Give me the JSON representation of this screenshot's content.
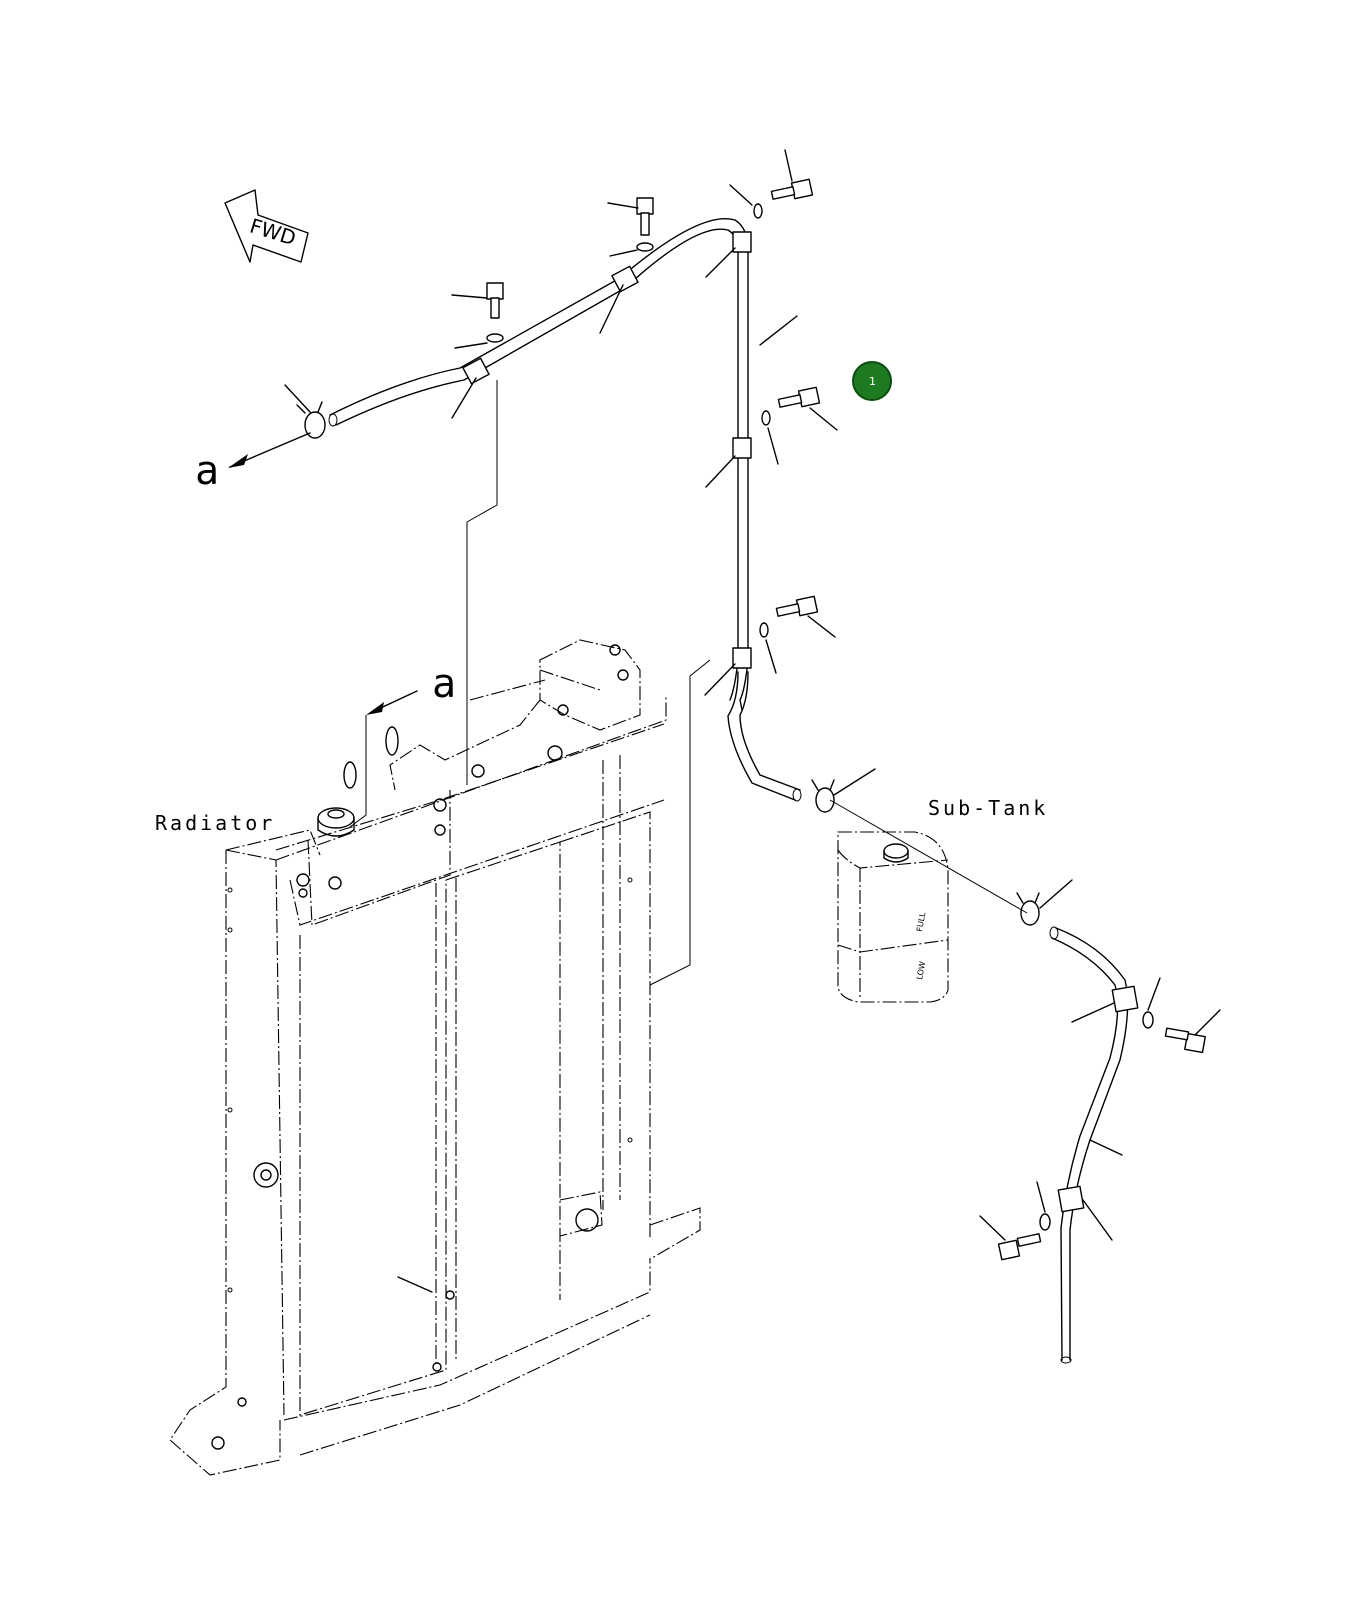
{
  "labels": {
    "fwd": "FWD",
    "radiator": "Radiator",
    "sub_tank": "Sub-Tank",
    "view_ref_upper": "a",
    "view_ref_lower": "a",
    "tank_full": "FULL",
    "tank_low": "LOW"
  },
  "callouts": [
    {
      "number": "1",
      "color": "#1d7a21"
    }
  ]
}
